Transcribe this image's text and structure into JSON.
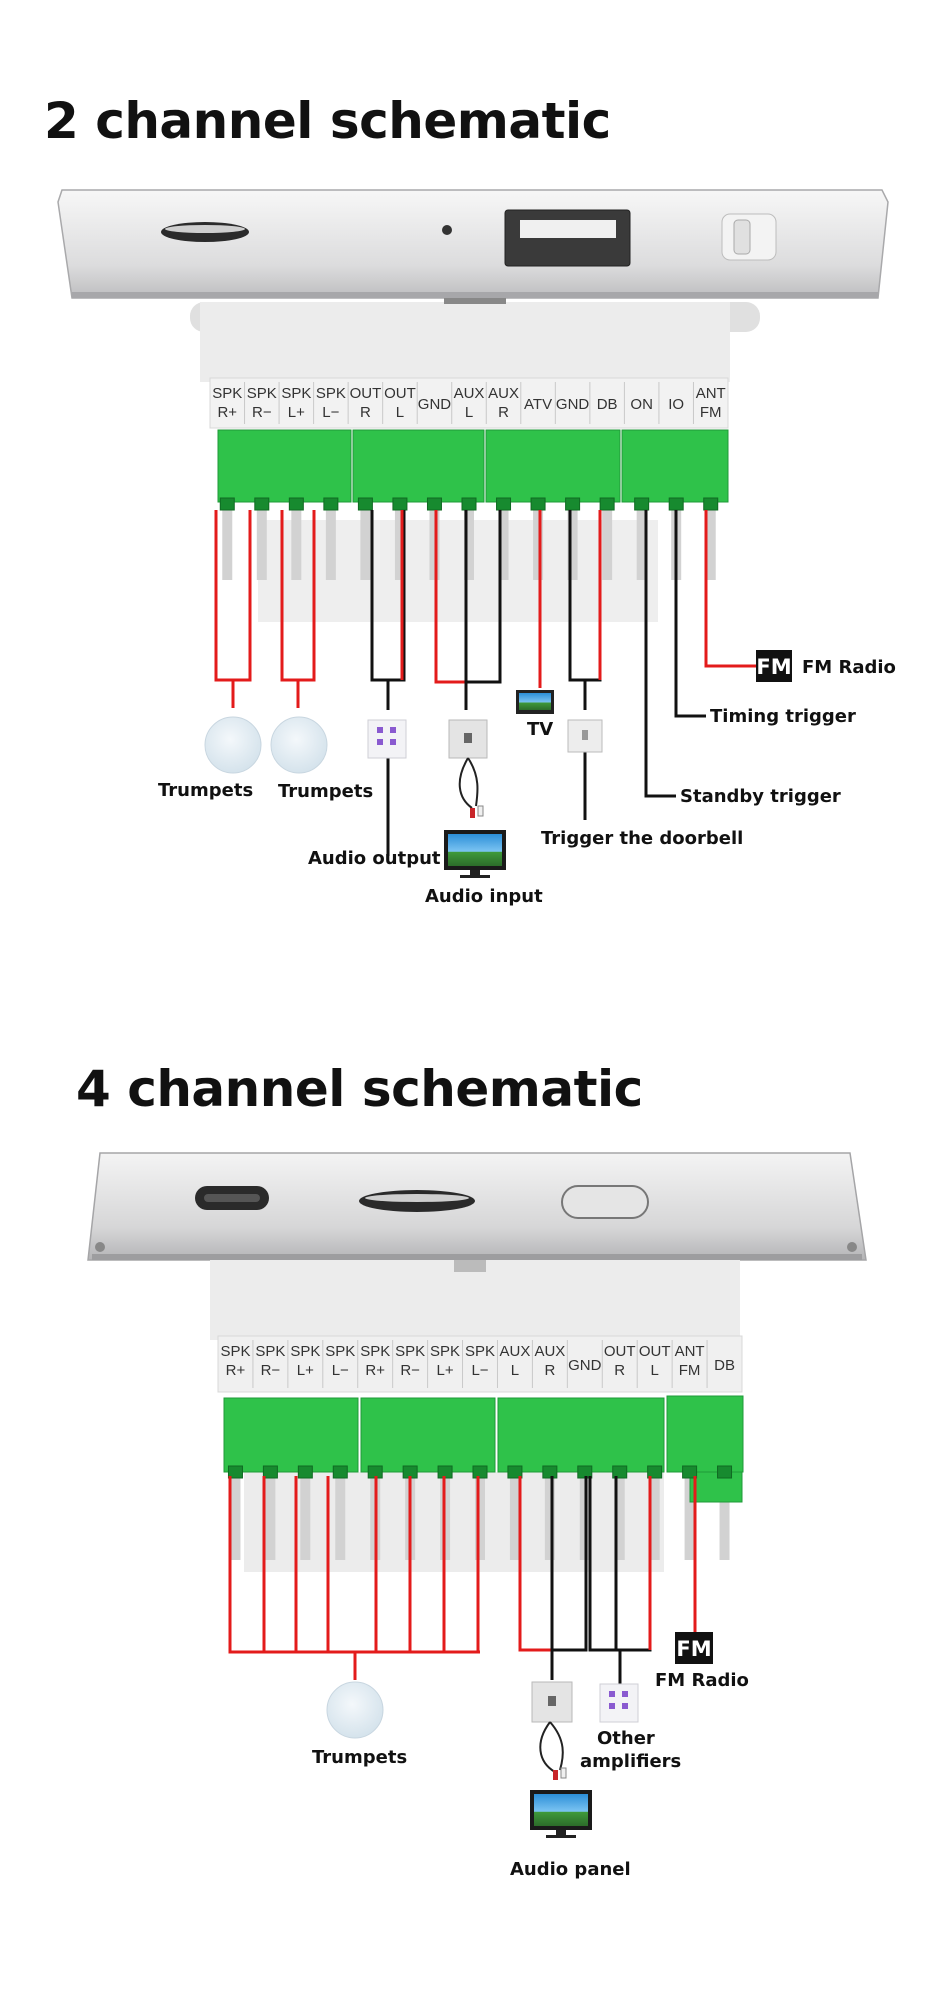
{
  "titles": {
    "two_channel": "2 channel schematic",
    "four_channel": "4 channel schematic"
  },
  "two_channel": {
    "terminals": [
      [
        "SPK",
        "R+"
      ],
      [
        "SPK",
        "R−"
      ],
      [
        "SPK",
        "L+"
      ],
      [
        "SPK",
        "L−"
      ],
      [
        "OUT",
        "R"
      ],
      [
        "OUT",
        "L"
      ],
      [
        "GND"
      ],
      [
        "AUX",
        "L"
      ],
      [
        "AUX",
        "R"
      ],
      [
        "ATV"
      ],
      [
        "GND"
      ],
      [
        "DB"
      ],
      [
        "ON"
      ],
      [
        "IO"
      ],
      [
        "ANT",
        "FM"
      ]
    ],
    "labels": {
      "fm_badge": "FM",
      "fm_radio": "FM Radio",
      "timing_trigger": "Timing trigger",
      "standby_trigger": "Standby trigger",
      "trumpets_1": "Trumpets",
      "trumpets_2": "Trumpets",
      "tv": "TV",
      "audio_output": "Audio output",
      "audio_input": "Audio input",
      "trigger_doorbell": "Trigger the doorbell"
    }
  },
  "four_channel": {
    "terminals": [
      [
        "SPK",
        "R+"
      ],
      [
        "SPK",
        "R−"
      ],
      [
        "SPK",
        "L+"
      ],
      [
        "SPK",
        "L−"
      ],
      [
        "SPK",
        "R+"
      ],
      [
        "SPK",
        "R−"
      ],
      [
        "SPK",
        "L+"
      ],
      [
        "SPK",
        "L−"
      ],
      [
        "AUX",
        "L"
      ],
      [
        "AUX",
        "R"
      ],
      [
        "GND"
      ],
      [
        "OUT",
        "R"
      ],
      [
        "OUT",
        "L"
      ],
      [
        "ANT",
        "FM"
      ],
      [
        "DB"
      ]
    ],
    "labels": {
      "fm_badge": "FM",
      "fm_radio": "FM Radio",
      "trumpets": "Trumpets",
      "other_amplifiers_1": "Other",
      "other_amplifiers_2": "amplifiers",
      "audio_panel": "Audio panel"
    }
  },
  "colors": {
    "wire_red": "#e31b1b",
    "wire_black": "#111111",
    "terminal_green": "#2fc24a",
    "device_silver": "#e9e9ea"
  }
}
